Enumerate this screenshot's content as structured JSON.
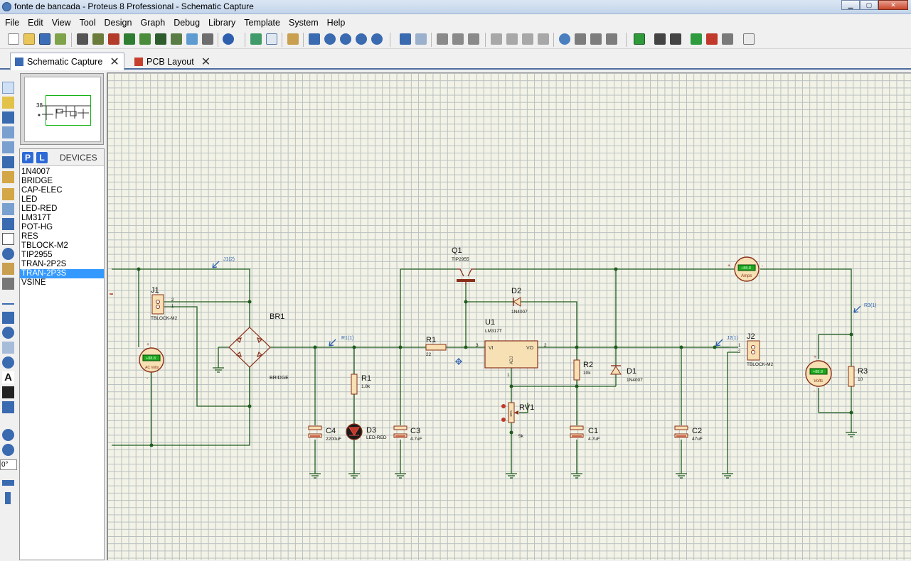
{
  "window": {
    "title": "fonte de bancada  - Proteus 8 Professional - Schematic Capture"
  },
  "menu": [
    "File",
    "Edit",
    "View",
    "Tool",
    "Design",
    "Graph",
    "Debug",
    "Library",
    "Template",
    "System",
    "Help"
  ],
  "tabs": [
    {
      "label": "Schematic Capture",
      "active": true
    },
    {
      "label": "PCB Layout",
      "active": false
    }
  ],
  "devices": {
    "p_button": "P",
    "l_button": "L",
    "title": "DEVICES",
    "items": [
      "1N4007",
      "BRIDGE",
      "CAP-ELEC",
      "LED",
      "LED-RED",
      "LM317T",
      "POT-HG",
      "RES",
      "TBLOCK-M2",
      "TIP2955",
      "TRAN-2P2S",
      "TRAN-2P3S",
      "VSINE"
    ],
    "selected": "TRAN-2P3S"
  },
  "rotation": "0°",
  "schematic": {
    "probes": {
      "j1": "J1(2)",
      "r1": "R1(1)",
      "j2": "J2(1)",
      "r3": "R3(1)"
    },
    "J1": {
      "ref": "J1",
      "value": "TBLOCK-M2",
      "pin1": "1",
      "pin2": "2"
    },
    "J2": {
      "ref": "J2",
      "value": "TBLOCK-M2",
      "pin1": "1",
      "pin2": "2"
    },
    "BR1": {
      "ref": "BR1",
      "value": "BRIDGE"
    },
    "Q1": {
      "ref": "Q1",
      "value": "TIP2955"
    },
    "D2": {
      "ref": "D2",
      "value": "1N4007"
    },
    "U1": {
      "ref": "U1",
      "value": "LM317T",
      "vi": "VI",
      "vo": "VO",
      "adj": "ADJ",
      "pin3": "3",
      "pin2": "2",
      "pin1": "1"
    },
    "R1_series": {
      "ref": "R1",
      "value": "22"
    },
    "R1_led": {
      "ref": "R1",
      "value": "1.8k"
    },
    "R2": {
      "ref": "R2",
      "value": "10k"
    },
    "R3": {
      "ref": "R3",
      "value": "10"
    },
    "RV1": {
      "ref": "RV1",
      "value": "5k",
      "wiper": "10%"
    },
    "D1": {
      "ref": "D1",
      "value": "1N4007"
    },
    "D3": {
      "ref": "D3",
      "value": "LED-RED"
    },
    "C1": {
      "ref": "C1",
      "value": "4.7uF"
    },
    "C2": {
      "ref": "C2",
      "value": "47uF"
    },
    "C3": {
      "ref": "C3",
      "value": "4.7uF"
    },
    "C4": {
      "ref": "C4",
      "value": "2200uF"
    },
    "ac_meter": {
      "label": "AC Volts",
      "reading": "+88.8"
    },
    "amp_meter": {
      "label": "Amps",
      "reading": "+88.8"
    },
    "volt_meter": {
      "label": "Volts",
      "reading": "+88.8"
    }
  }
}
